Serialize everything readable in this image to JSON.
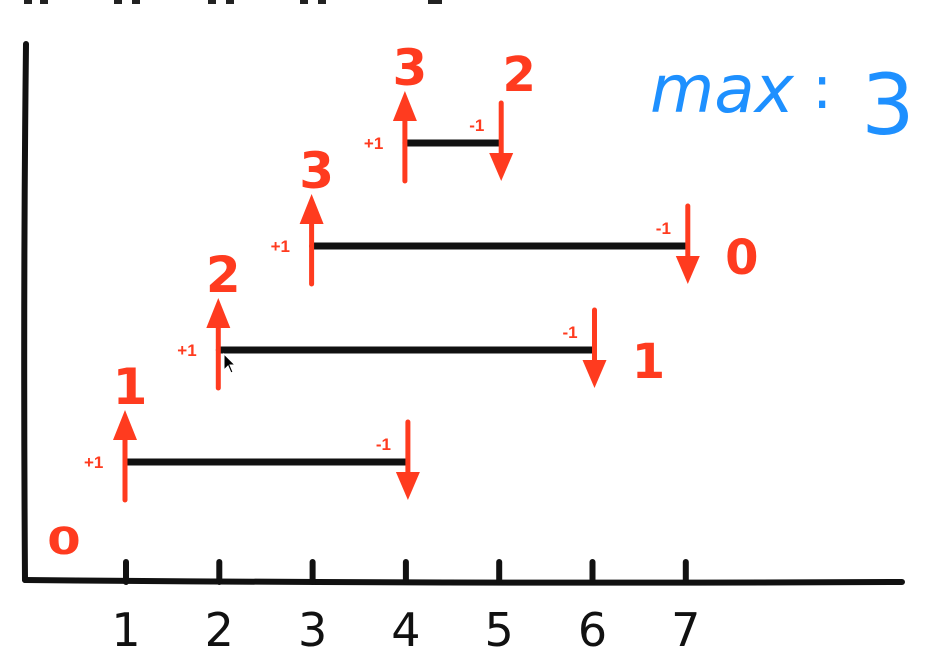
{
  "x_axis_ticks": [
    "1",
    "2",
    "3",
    "4",
    "5",
    "6",
    "7"
  ],
  "intervals": [
    {
      "start": 1,
      "end": 4,
      "start_tag": "+1",
      "end_tag": "-1",
      "count_at_start": "1",
      "count_after_end": ""
    },
    {
      "start": 2,
      "end": 6,
      "start_tag": "+1",
      "end_tag": "-1",
      "count_at_start": "2",
      "count_after_end": "1"
    },
    {
      "start": 3,
      "end": 7,
      "start_tag": "+1",
      "end_tag": "-1",
      "count_at_start": "3",
      "count_after_end": "0"
    },
    {
      "start": 4,
      "end": 5,
      "start_tag": "+1",
      "end_tag": "-1",
      "count_at_start": "3",
      "count_after_end": "2"
    }
  ],
  "initial_count": "0",
  "max_label": "max",
  "max_separator": ":",
  "max_value": "3",
  "colors": {
    "axis": "#111111",
    "interval": "#111111",
    "annotation_red": "#ff3b1f",
    "max_blue": "#1e90ff"
  }
}
